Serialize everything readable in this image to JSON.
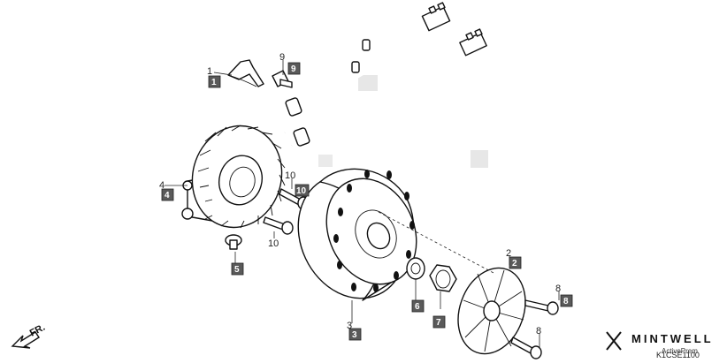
{
  "diagram": {
    "code": "K1CSE1100",
    "watermark_small": "ActivePrem",
    "brand": "MINTWELL",
    "direction_label": "FR.",
    "callouts": [
      {
        "num": "1",
        "tag": "1"
      },
      {
        "num": "2",
        "tag": "2"
      },
      {
        "num": "3",
        "tag": "3"
      },
      {
        "num": "4",
        "tag": "4"
      },
      {
        "num": "5",
        "tag": "5"
      },
      {
        "num": "6",
        "tag": "6"
      },
      {
        "num": "7",
        "tag": "7"
      },
      {
        "num": "8",
        "tag": "8"
      },
      {
        "num": "8",
        "tag": ""
      },
      {
        "num": "9",
        "tag": "9"
      },
      {
        "num": "10",
        "tag": "10"
      },
      {
        "num": "10",
        "tag": ""
      }
    ]
  }
}
